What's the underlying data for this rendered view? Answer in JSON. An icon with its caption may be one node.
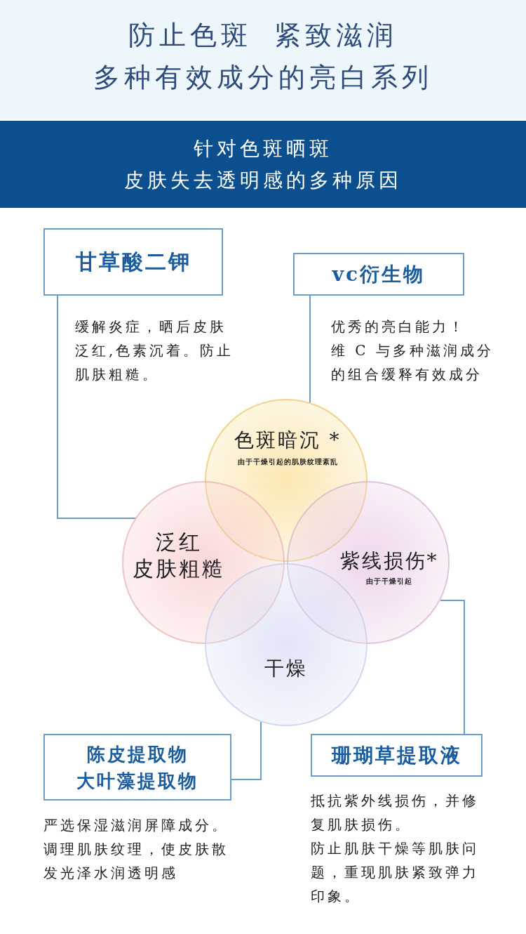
{
  "diagram": {
    "title": "防止色斑 紧致滋润多种有效成分的亮白系列",
    "nodes": [
      {
        "text": [
          "针对色斑晒斑",
          "皮肤失去透明感的多种原因"
        ]
      },
      {
        "text": [
          "甘草酸二钾"
        ],
        "beside": [
          "缓解炎症，晒后皮肤泛红,色素沉着。防止肌肤粗糙。"
        ]
      },
      {
        "text": [
          "vc衍生物"
        ],
        "beside": [
          "优秀的亮白能力！",
          "维 C 与多种滋润成分的组合缓释有效成分"
        ]
      },
      {
        "text": [
          "色斑暗沉 *",
          "由于干燥引起的肌肤纹理紊乱"
        ]
      },
      {
        "text": [
          "泛红",
          "皮肤粗糙"
        ]
      },
      {
        "text": [
          "紫线损伤*",
          "由于干燥引起"
        ]
      },
      {
        "text": [
          "干燥"
        ]
      },
      {
        "text": [
          "陈皮提取物",
          "大叶藻提取物"
        ],
        "beside": [
          "严选保湿滋润屏障成分。",
          "调理肌肤纹理，使皮肤散发光泽水润透明感"
        ]
      },
      {
        "text": [
          "珊瑚草提取液"
        ],
        "beside": [
          "抵抗紫外线损伤，并修复肌肤损伤。",
          "防止肌肤干燥等肌肤问题，重现肌肤紧致弹力印象。"
        ]
      }
    ],
    "edges": [
      {
        "from": 1,
        "to": 4,
        "arrow": "none"
      },
      {
        "from": 2,
        "to": 3,
        "arrow": "none"
      },
      {
        "from": 7,
        "to": 6,
        "arrow": "none"
      },
      {
        "from": 8,
        "to": 5,
        "arrow": "none"
      }
    ]
  }
}
